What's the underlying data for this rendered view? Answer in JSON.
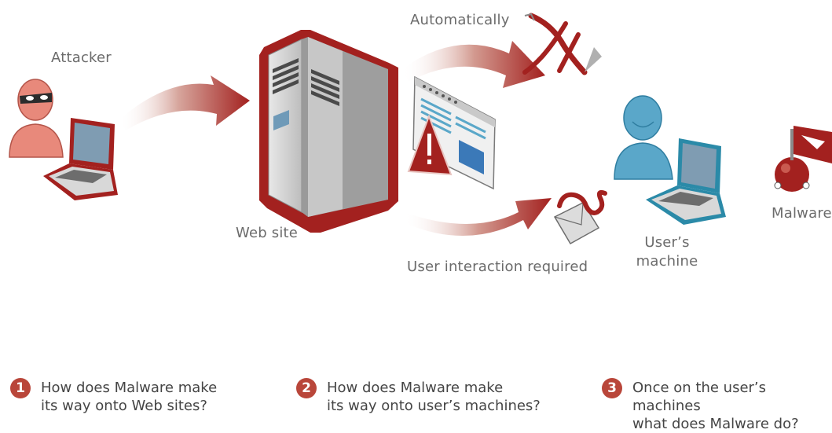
{
  "labels": {
    "attacker": "Attacker",
    "web_site": "Web site",
    "automatically": "Automatically",
    "user_interaction": "User interaction required",
    "users_machine_line1": "User’s",
    "users_machine_line2": "machine",
    "malware": "Malware"
  },
  "questions": [
    {
      "number": "1",
      "line1": "How does Malware make",
      "line2": "its way onto Web sites?"
    },
    {
      "number": "2",
      "line1": "How does Malware make",
      "line2": "its way onto user’s machines?"
    },
    {
      "number": "3",
      "line1": "Once on the user’s machines",
      "line2": "what does Malware do?"
    }
  ],
  "colors": {
    "brand_red": "#a3211f",
    "attacker_salmon": "#e8897b",
    "user_blue": "#5aa7c9",
    "text_gray": "#6b6b6b",
    "badge_red": "#b9463a"
  }
}
